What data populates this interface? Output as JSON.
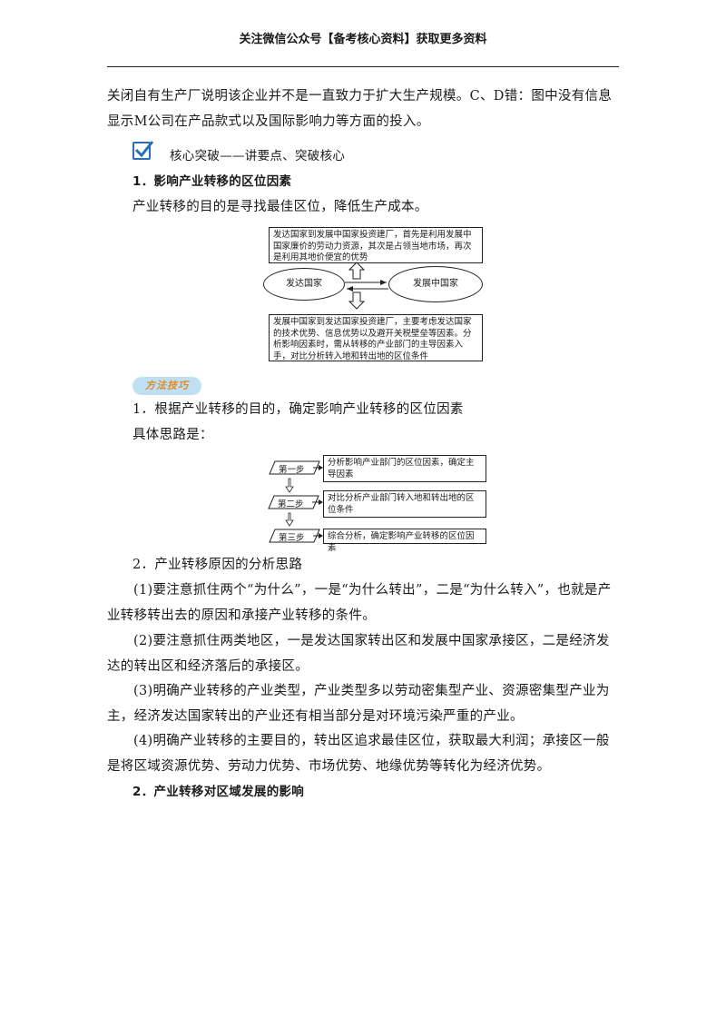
{
  "header": {
    "title": "关注微信公众号【备考核心资料】获取更多资料"
  },
  "intro": {
    "text": "关闭自有生产厂说明该企业并不是一直致力于扩大生产规模。C、D错：图中没有信息显示M公司在产品款式以及国际影响力等方面的投入。"
  },
  "core_section": {
    "title": "核心突破——讲要点、突破核心",
    "heading1": "1．影响产业转移的区位因素",
    "line1": "产业转移的目的是寻找最佳区位，降低生产成本。"
  },
  "diagram1": {
    "top_box": "发达国家到发展中国家投资建厂，首先是利用发展中国家廉价的劳动力资源，其次是占领当地市场，再次是利用其地价便宜的优势",
    "left_node": "发达国家",
    "right_node": "发展中国家",
    "bottom_box": "发展中国家到发达国家投资建厂，主要考虑发达国家的技术优势、信息优势以及避开关税壁垒等因素。分析影响因素时，需从转移的产业部门的主导因素入手，对比分析转入地和转出地的区位条件"
  },
  "method": {
    "badge": "方法技巧",
    "heading": "1．根据产业转移的目的，确定影响产业转移的区位因素",
    "sub": "具体思路是："
  },
  "diagram2": {
    "steps": [
      {
        "label": "第一步",
        "text": "分析影响产业部门的区位因素，确定主导因素"
      },
      {
        "label": "第二步",
        "text": "对比分析产业部门转入地和转出地的区位条件"
      },
      {
        "label": "第三步",
        "text": "综合分析，确定影响产业转移的区位因素"
      }
    ]
  },
  "analysis": {
    "heading": "2．产业转移原因的分析思路",
    "items": [
      "(1)要注意抓住两个“为什么”，一是“为什么转出”，二是“为什么转入”，也就是产业转移转出去的原因和承接产业转移的条件。",
      "(2)要注意抓住两类地区，一是发达国家转出区和发展中国家承接区，二是经济发达的转出区和经济落后的承接区。",
      "(3)明确产业转移的产业类型，产业类型多以劳动密集型产业、资源密集型产业为主，经济发达国家转出的产业还有相当部分是对环境污染严重的产业。",
      "(4)明确产业转移的主要目的，转出区追求最佳区位，获取最大利润；承接区一般是将区域资源优势、劳动力优势、市场优势、地缘优势等转化为经济优势。"
    ]
  },
  "footer_heading": "2．产业转移对区域发展的影响"
}
